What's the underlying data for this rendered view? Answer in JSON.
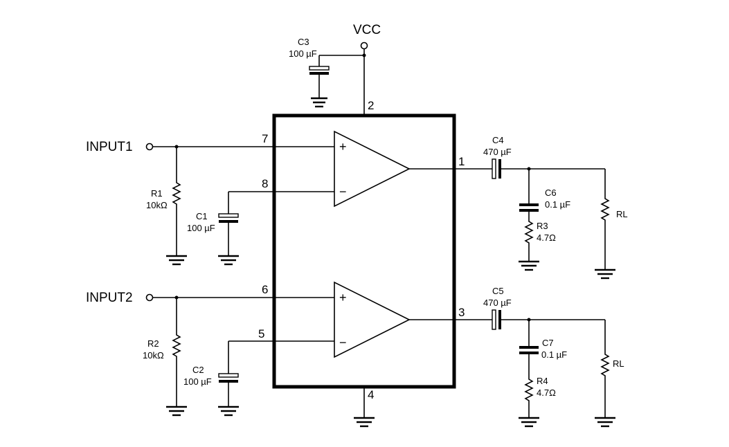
{
  "supply": {
    "label": "VCC"
  },
  "inputs": [
    {
      "label": "INPUT1"
    },
    {
      "label": "INPUT2"
    }
  ],
  "pins": {
    "p1": "1",
    "p2": "2",
    "p3": "3",
    "p4": "4",
    "p5": "5",
    "p6": "6",
    "p7": "7",
    "p8": "8"
  },
  "amp_signs": {
    "plus": "+",
    "minus": "−"
  },
  "components": {
    "C3": {
      "name": "C3",
      "value": "100 µF"
    },
    "C1": {
      "name": "C1",
      "value": "100 µF"
    },
    "C2": {
      "name": "C2",
      "value": "100 µF"
    },
    "R1": {
      "name": "R1",
      "value": "10kΩ"
    },
    "R2": {
      "name": "R2",
      "value": "10kΩ"
    },
    "C4": {
      "name": "C4",
      "value": "470 µF"
    },
    "C5": {
      "name": "C5",
      "value": "470 µF"
    },
    "C6": {
      "name": "C6",
      "value": "0.1 µF"
    },
    "C7": {
      "name": "C7",
      "value": "0.1 µF"
    },
    "R3": {
      "name": "R3",
      "value": "4.7Ω"
    },
    "R4": {
      "name": "R4",
      "value": "4.7Ω"
    },
    "RL1": {
      "name": "RL"
    },
    "RL2": {
      "name": "RL"
    }
  }
}
